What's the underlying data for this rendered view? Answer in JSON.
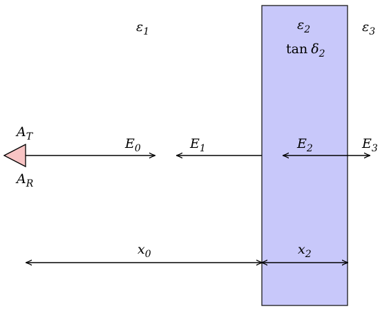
{
  "colors": {
    "slab_fill": "#c8c8fa",
    "slab_stroke": "#1a1a1a",
    "antenna_fill": "#f8c4c4",
    "line": "#000000"
  },
  "labels": {
    "eps1": {
      "base": "ε",
      "sub": "1"
    },
    "eps2": {
      "base": "ε",
      "sub": "2"
    },
    "eps3": {
      "base": "ε",
      "sub": "3"
    },
    "tan_delta": {
      "func": "tan",
      "base": "δ",
      "sub": "2"
    },
    "A_T": {
      "base": "A",
      "sub": "T"
    },
    "A_R": {
      "base": "A",
      "sub": "R"
    },
    "E0": {
      "base": "E",
      "sub": "0"
    },
    "E1": {
      "base": "E",
      "sub": "1"
    },
    "E2": {
      "base": "E",
      "sub": "2"
    },
    "E3": {
      "base": "E",
      "sub": "3"
    },
    "x0": {
      "base": "x",
      "sub": "0"
    },
    "x2": {
      "base": "x",
      "sub": "2"
    }
  }
}
